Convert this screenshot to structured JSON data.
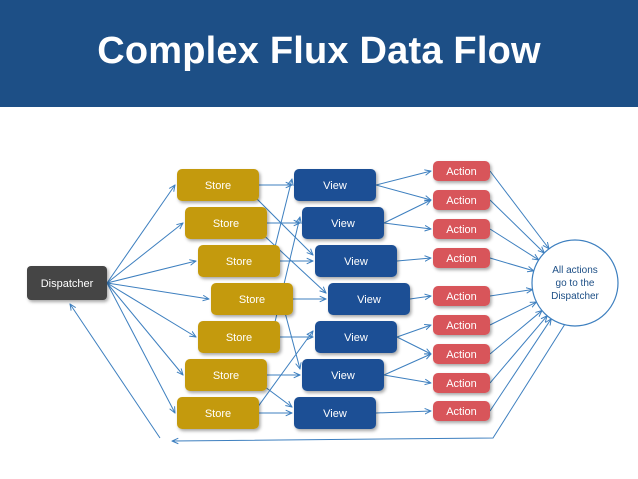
{
  "title": "Complex Flux Data Flow",
  "colors": {
    "header": "#1d4f86",
    "store": "#c49a10",
    "view": "#1b4f95",
    "action": "#d8555a",
    "dispatcher": "#444444",
    "arrow": "#3d7fbf"
  },
  "diagram": {
    "dispatcher": "Dispatcher",
    "stores": [
      "Store",
      "Store",
      "Store",
      "Store",
      "Store",
      "Store",
      "Store"
    ],
    "views": [
      "View",
      "View",
      "View",
      "View",
      "View",
      "View",
      "View"
    ],
    "actions": [
      "Action",
      "Action",
      "Action",
      "Action",
      "Action",
      "Action",
      "Action",
      "Action",
      "Action"
    ],
    "endpoint": [
      "All actions",
      "go to the",
      "Dispatcher"
    ]
  }
}
